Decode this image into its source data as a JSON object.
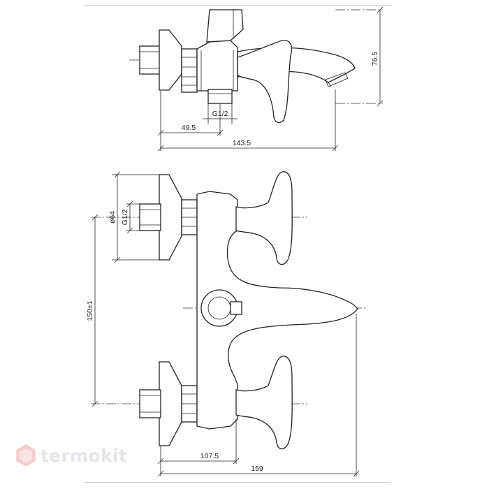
{
  "brand": {
    "name": "termokit",
    "icon": "hexagon-logo-icon",
    "color": "#e4e6ec",
    "accent": "#f3c9c9"
  },
  "line_color": "#222222",
  "top_view": {
    "dims": {
      "height": "76.5",
      "inlet_offset": "49.5",
      "overall_length": "143.5",
      "thread": "G1/2"
    }
  },
  "front_view": {
    "dims": {
      "flange_dia": "ø64",
      "thread": "G1/2",
      "centers": "150±1",
      "spout_reach": "107.5",
      "overall_length": "159"
    }
  }
}
